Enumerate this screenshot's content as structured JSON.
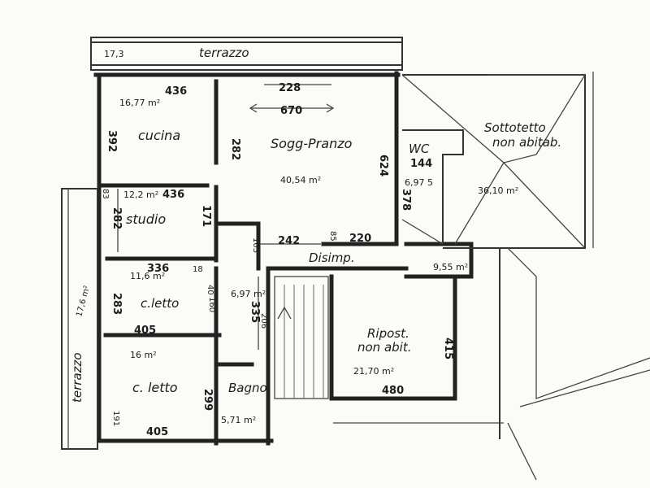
{
  "plan": {
    "rooms": {
      "terrazzo_top": "terrazzo",
      "cucina": "cucina",
      "soggiorno": "Sogg-Pranzo",
      "sottotetto_1": "Sottotetto",
      "sottotetto_2": "non abitab.",
      "wc": "WC",
      "studio": "studio",
      "disimpegno": "Disimp.",
      "c_letto_1": "c.letto",
      "c_letto_2": "c. letto",
      "bagno": "Bagno",
      "ripost_1": "Ripost.",
      "ripost_2": "non abit.",
      "terrazzo_side": "terrazzo"
    },
    "areas": {
      "cucina": "16,77 m²",
      "soggiorno": "40,54 m²",
      "sottotetto": "36,10 m²",
      "wc": "6,97 5",
      "studio": "12,2 m²",
      "disimpegno_sm": "6,97 m²",
      "disimpegno_lg": "9,55 m²",
      "c_letto_1": "11,6 m²",
      "c_letto_2": "16 m²",
      "bagno": "5,71 m²",
      "ripost": "21,70 m²",
      "terrazzo_top": "17,3",
      "terrazzo_side": "17,6 m²"
    },
    "dims": {
      "d436a": "436",
      "d228": "228",
      "d670": "670",
      "d282": "282",
      "d392": "392",
      "d624": "624",
      "d144": "144",
      "d378": "378",
      "d436b": "436",
      "d171": "171",
      "d83": "83",
      "d282b": "282",
      "d242": "242",
      "d85": "85",
      "d220": "220",
      "d103": "103",
      "d336": "336",
      "d18": "18",
      "d283": "283",
      "d40": "40",
      "d160": "160",
      "d335": "335",
      "d206": "206",
      "d405a": "405",
      "d415": "415",
      "d480": "480",
      "d299": "299",
      "d405b": "405",
      "d191": "191"
    }
  }
}
